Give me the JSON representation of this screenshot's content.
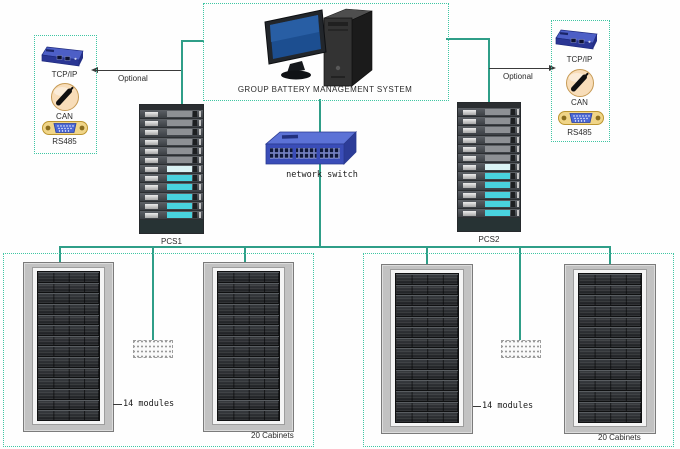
{
  "diagram_title": "GROUP BATTERY MANAGEMENT SYSTEM",
  "left_panel": {
    "optional": "Optional",
    "tcpip": "TCP/IP",
    "can": "CAN",
    "rs485": "RS485"
  },
  "right_panel": {
    "optional": "Optional",
    "tcpip": "TCP/IP",
    "can": "CAN",
    "rs485": "RS485"
  },
  "pcs": {
    "pcs1": "PCS1",
    "pcs2": "PCS2"
  },
  "switch": {
    "label": "network switch",
    "ports": 24
  },
  "battery_groups": {
    "modules_label": "14 modules",
    "cabinets_label": "20 Cabinets",
    "modules_per_cabinet": 14,
    "cabinets_per_group": 2
  },
  "pcs_rack": {
    "row_colors": [
      "#8d9094",
      "#8d9094",
      "#8d9094",
      "#8d9094",
      "#8d9094",
      "#8d9094",
      "#daf3f5",
      "#49d2de",
      "#49d2de",
      "#49d2de",
      "#49d2de",
      "#49d2de"
    ]
  },
  "colors": {
    "connector_line": "#2f9e88",
    "dashed_border": "#3fc6a3",
    "status_cyan": "#49d2de",
    "switch_blue": "#3a4db8"
  }
}
